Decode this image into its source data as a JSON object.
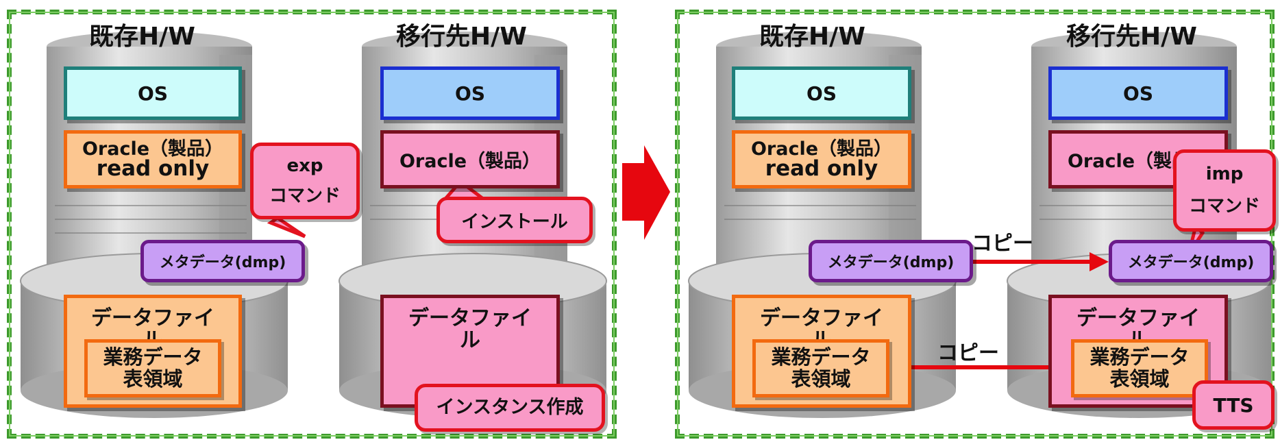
{
  "before": {
    "source_title": "既存H/W",
    "target_title": "移行先H/W",
    "source": {
      "os": "OS",
      "product": "Oracle（製品）",
      "product_note": "read only",
      "metadata": "メタデータ(dmp)",
      "datafile": "データファイル",
      "tablespace_line1": "業務データ",
      "tablespace_line2": "表領域"
    },
    "target": {
      "os": "OS",
      "product": "Oracle（製品）",
      "datafile": "データファイル"
    },
    "callout_exp_line1": "exp",
    "callout_exp_line2": "コマンド",
    "callout_install": "インストール",
    "callout_instance": "インスタンス作成"
  },
  "after": {
    "source_title": "既存H/W",
    "target_title": "移行先H/W",
    "source": {
      "os": "OS",
      "product": "Oracle（製品）",
      "product_note": "read only",
      "metadata": "メタデータ(dmp)",
      "datafile": "データファイル",
      "tablespace_line1": "業務データ",
      "tablespace_line2": "表領域"
    },
    "target": {
      "os": "OS",
      "product": "Oracle（製品）",
      "metadata": "メタデータ(dmp)",
      "datafile": "データファイル",
      "tablespace_line1": "業務データ",
      "tablespace_line2": "表領域"
    },
    "copy_label_metadata": "コピー",
    "copy_label_datafile": "コピー",
    "callout_imp_line1": "imp",
    "callout_imp_line2": "コマンド",
    "callout_tts": "TTS"
  },
  "colors": {
    "border_green": "#3d9a2c",
    "arrow_red": "#e3121f",
    "os_old_fill": "#cdfcfb",
    "os_new_fill": "#9ecdfa",
    "orange_fill": "#fcc690",
    "pink_fill": "#f99ac7",
    "purple_fill": "#c89ef5"
  }
}
